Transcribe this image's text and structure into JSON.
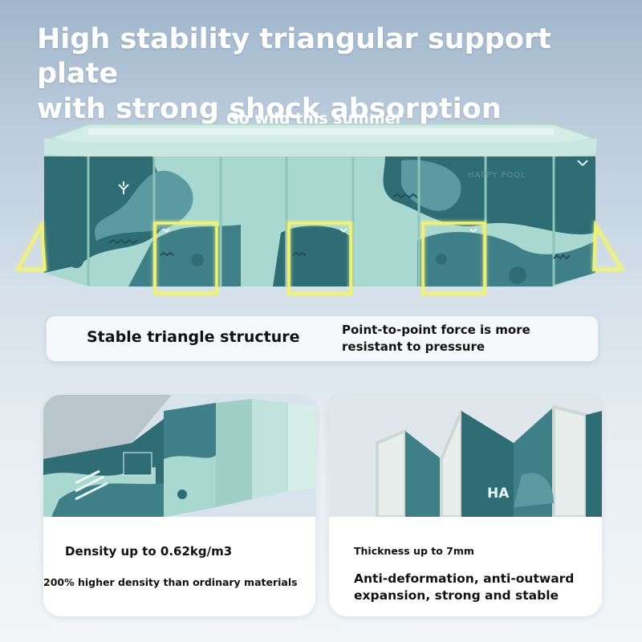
{
  "headline": {
    "line1": "High stability triangular support plate",
    "line2": "with strong shock absorption"
  },
  "tagline": "Go wild this summer",
  "pool": {
    "brand": "HAPPY POOL",
    "colors": {
      "dark_teal": "#2f6d75",
      "mid_teal": "#5a9aa0",
      "light_mint": "#a8d8d0",
      "rim": "#c9e6df",
      "highlight": "#f1f585"
    }
  },
  "info_bar": {
    "left": "Stable triangle structure",
    "right": "Point-to-point force is more resistant to pressure"
  },
  "cards": [
    {
      "title": "Density up to 0.62kg/m3",
      "subtitle": "200% higher density than ordinary materials"
    },
    {
      "title": "Thickness up to 7mm",
      "subtitle": "Anti-deformation, anti-outward expansion, strong and stable",
      "image_text": "HA"
    }
  ]
}
